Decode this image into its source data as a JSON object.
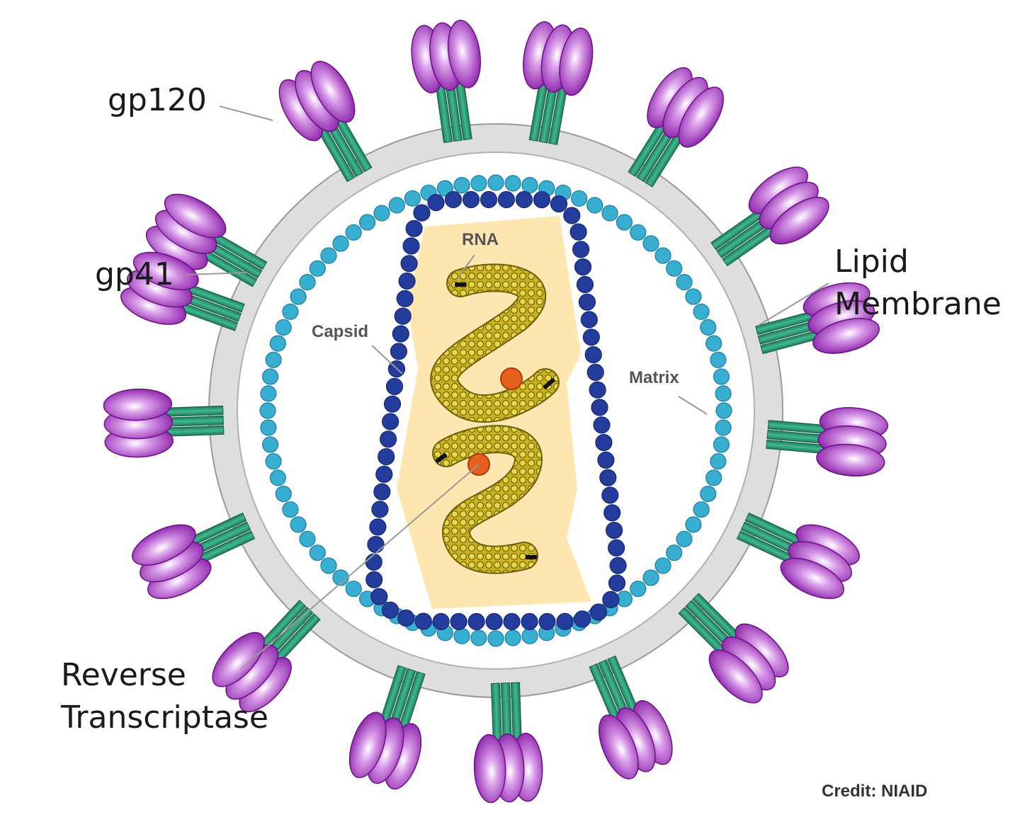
{
  "labels": {
    "gp120": "gp120",
    "gp41": "gp41",
    "lipid_line1": "Lipid",
    "lipid_line2": "Membrane",
    "reverse_line1": "Reverse",
    "reverse_line2": "Transcriptase",
    "rna": "RNA",
    "capsid": "Capsid",
    "matrix": "Matrix",
    "credit": "Credit: NIAID"
  },
  "colors": {
    "membrane": "#dedede",
    "matrix_bead": "#38aed0",
    "capsid_bead": "#243c9c",
    "envelope_protein": "#9a2fb5",
    "stalk": "#2f9a76",
    "rna": "#c9b21e",
    "core_fill": "#fde3a6",
    "reverse_transcriptase": "#e8601e"
  },
  "counts": {
    "spikes": 17
  }
}
